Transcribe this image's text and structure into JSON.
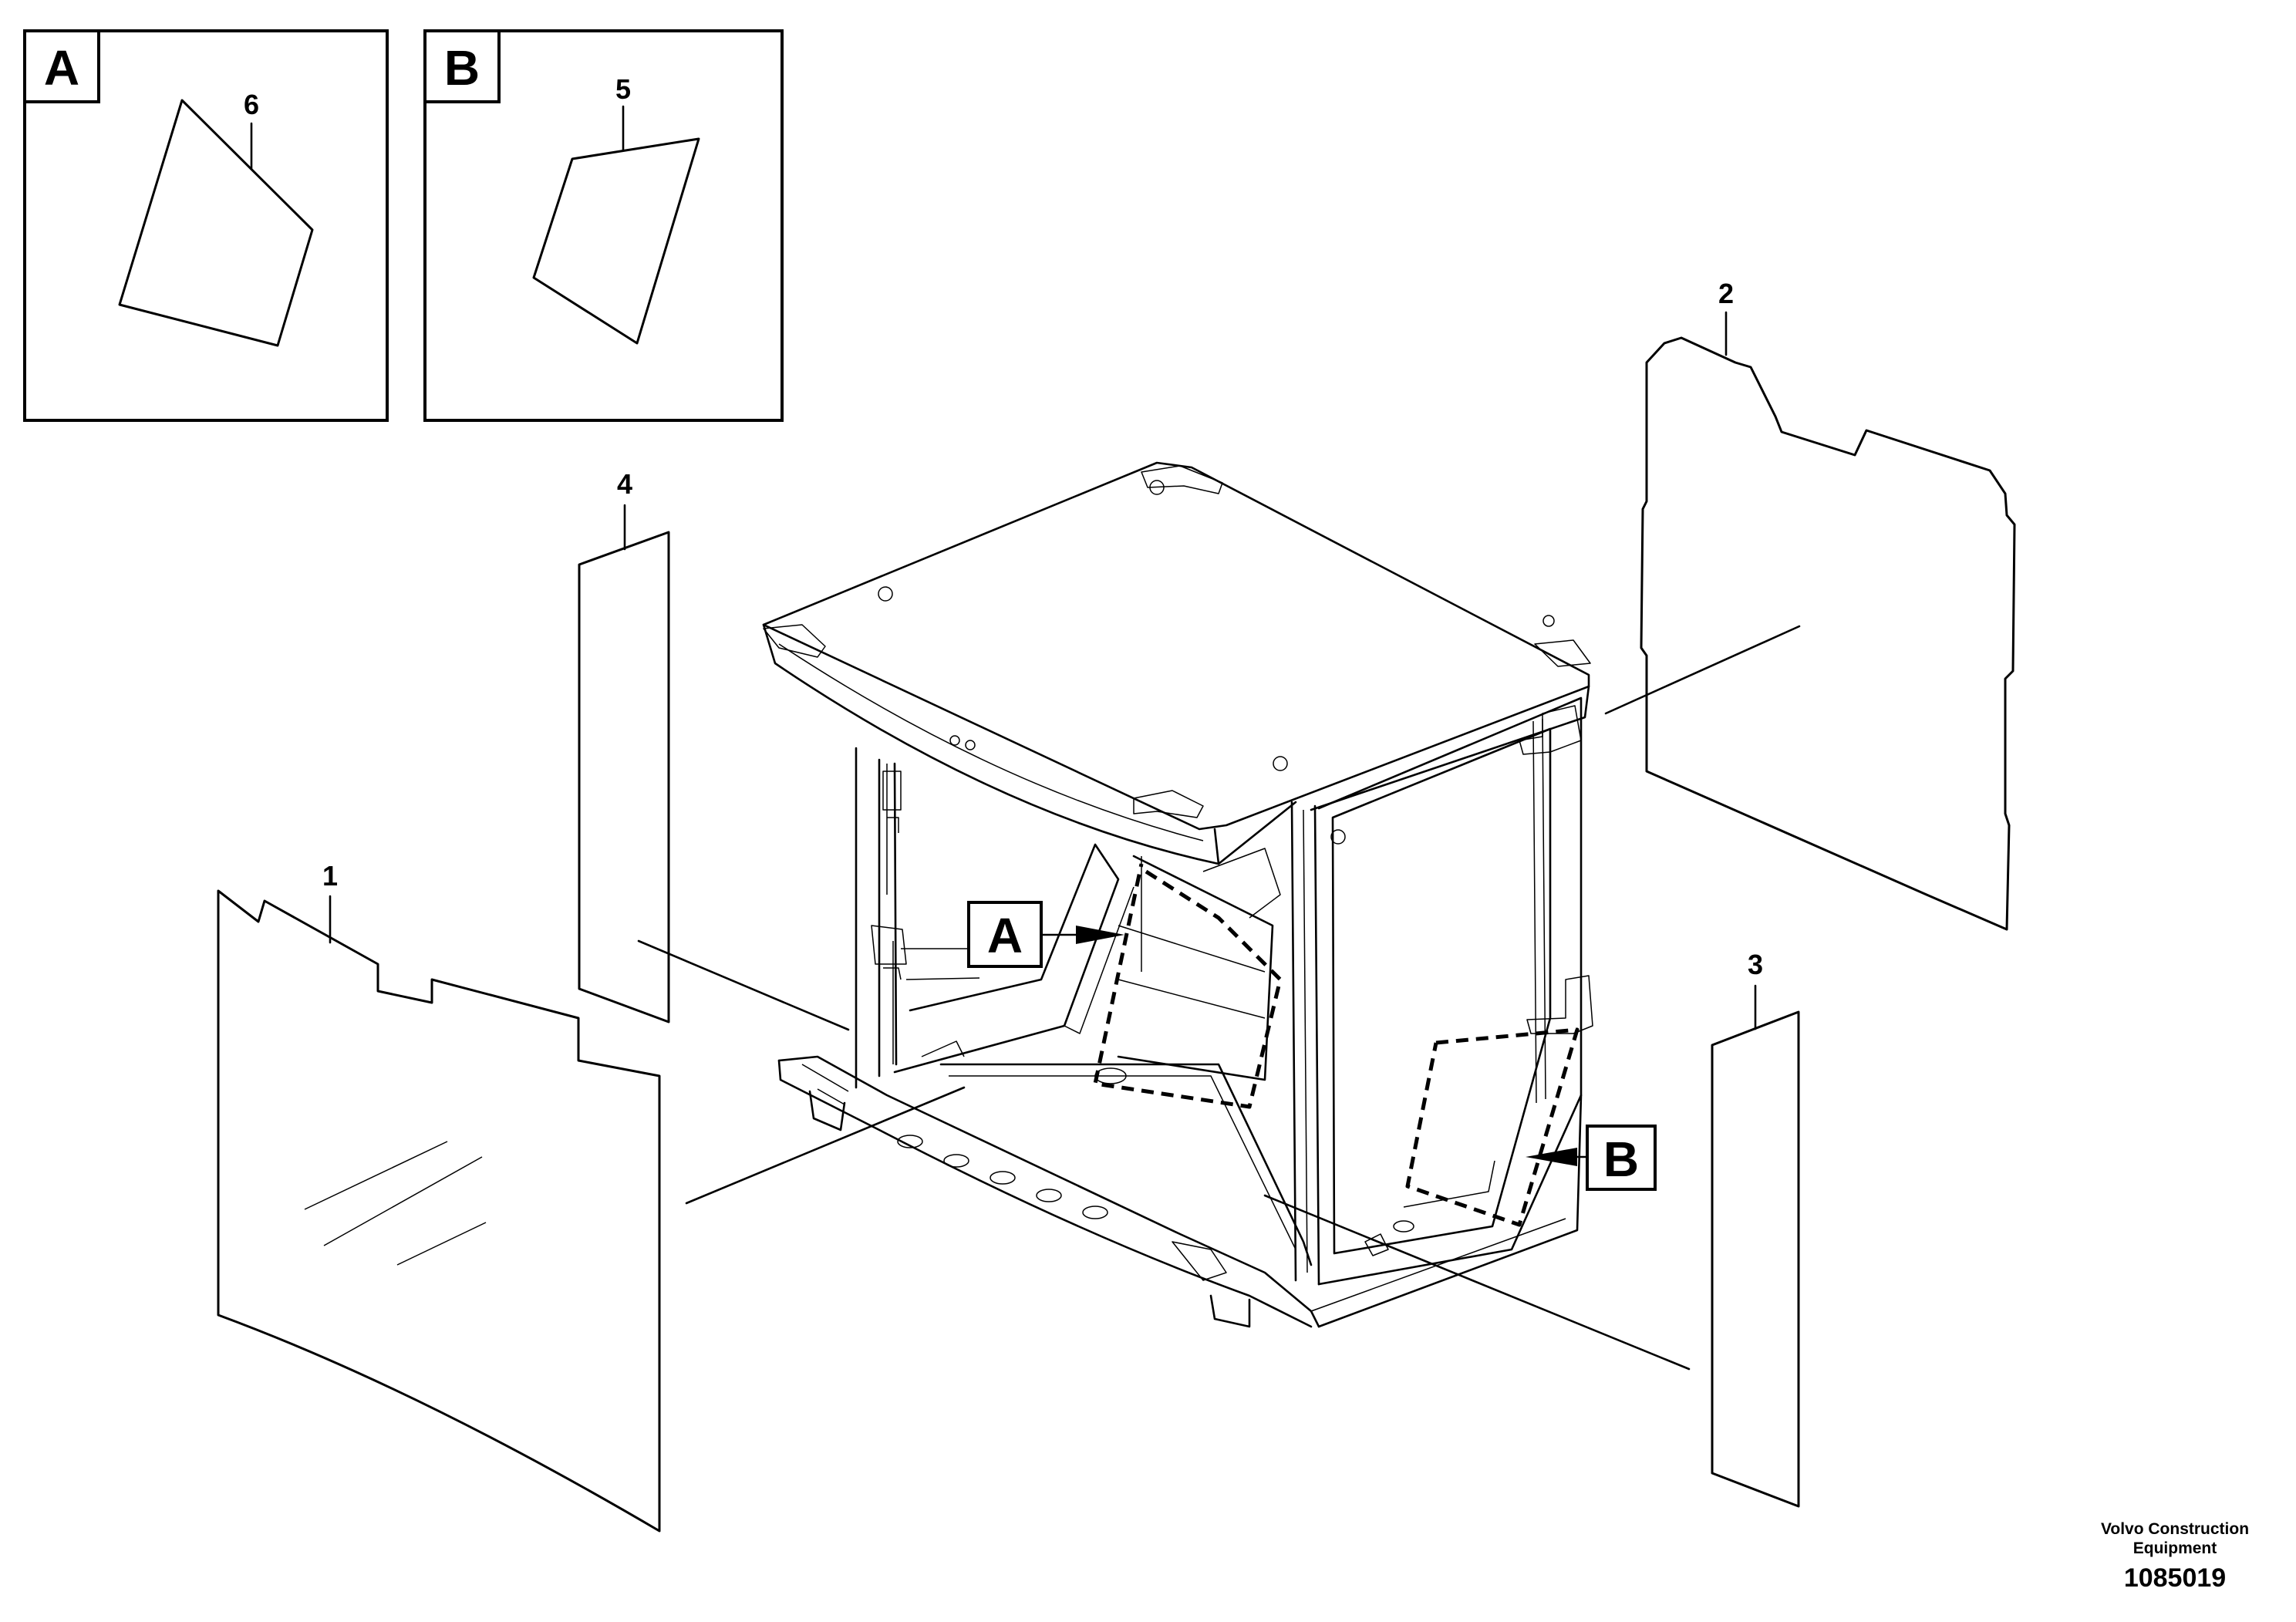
{
  "diagram": {
    "detail_views": [
      {
        "letter": "A",
        "part_number": "6"
      },
      {
        "letter": "B",
        "part_number": "5"
      }
    ],
    "callouts": {
      "p1": "1",
      "p2": "2",
      "p3": "3",
      "p4": "4"
    },
    "view_markers": {
      "a": "A",
      "b": "B"
    },
    "footer": {
      "company_line1": "Volvo Construction",
      "company_line2": "Equipment",
      "drawing_number": "1085019"
    }
  }
}
